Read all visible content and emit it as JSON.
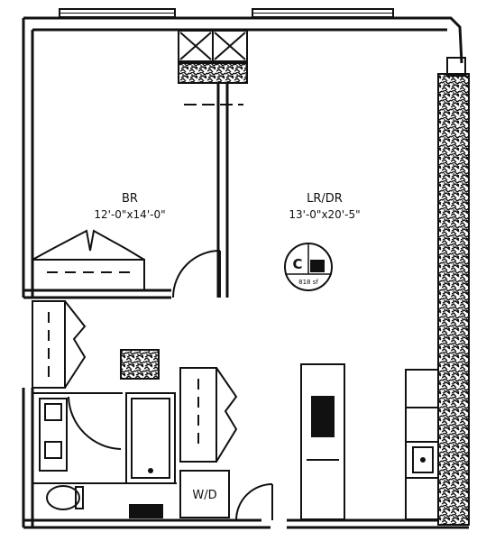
{
  "rooms": {
    "bedroom": {
      "name": "BR",
      "dimensions": "12'-0\"x14'-0\""
    },
    "living_dining": {
      "name": "LR/DR",
      "dimensions": "13'-0\"x20'-5\""
    }
  },
  "unit_badge": {
    "letter": "C",
    "area": "818 sf"
  },
  "laundry": {
    "label": "W/D"
  },
  "colors": {
    "ink": "#111111",
    "paper": "#ffffff"
  }
}
